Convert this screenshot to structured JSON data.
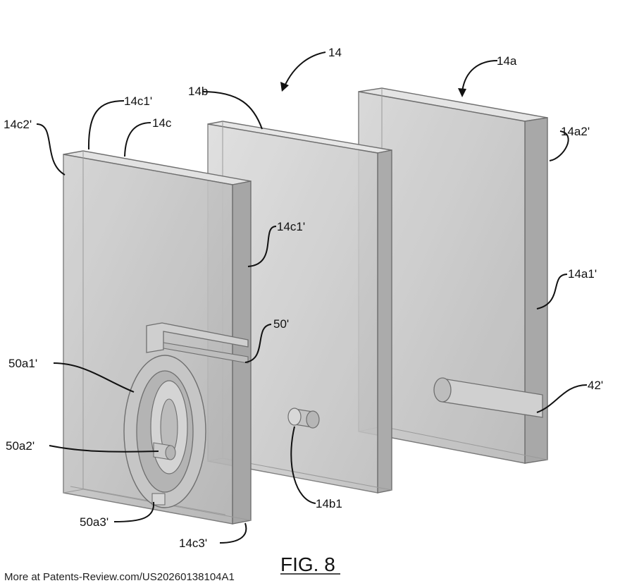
{
  "figure": {
    "caption": "FIG. 8",
    "footer": "More at Patents-Review.com/US20260138104A1"
  },
  "labels": {
    "assembly": "14",
    "plate_a": "14a",
    "plate_a_edge": "14a2'",
    "plate_a_inner": "14a1'",
    "slot": "42'",
    "plate_b": "14b",
    "plate_b_pin": "14b1",
    "plate_c": "14c",
    "plate_c_top": "14c1'",
    "plate_c_side": "14c1'",
    "plate_c_left": "14c2'",
    "plate_c_bottom": "14c3'",
    "channel": "50'",
    "channel_a1": "50a1'",
    "channel_a2": "50a2'",
    "channel_a3": "50a3'"
  },
  "colors": {
    "face": "#c9c9c9",
    "face_dark": "#b3b3b3",
    "side": "#a9a9a9",
    "edge": "#6f6f6f",
    "ink": "#111111"
  }
}
